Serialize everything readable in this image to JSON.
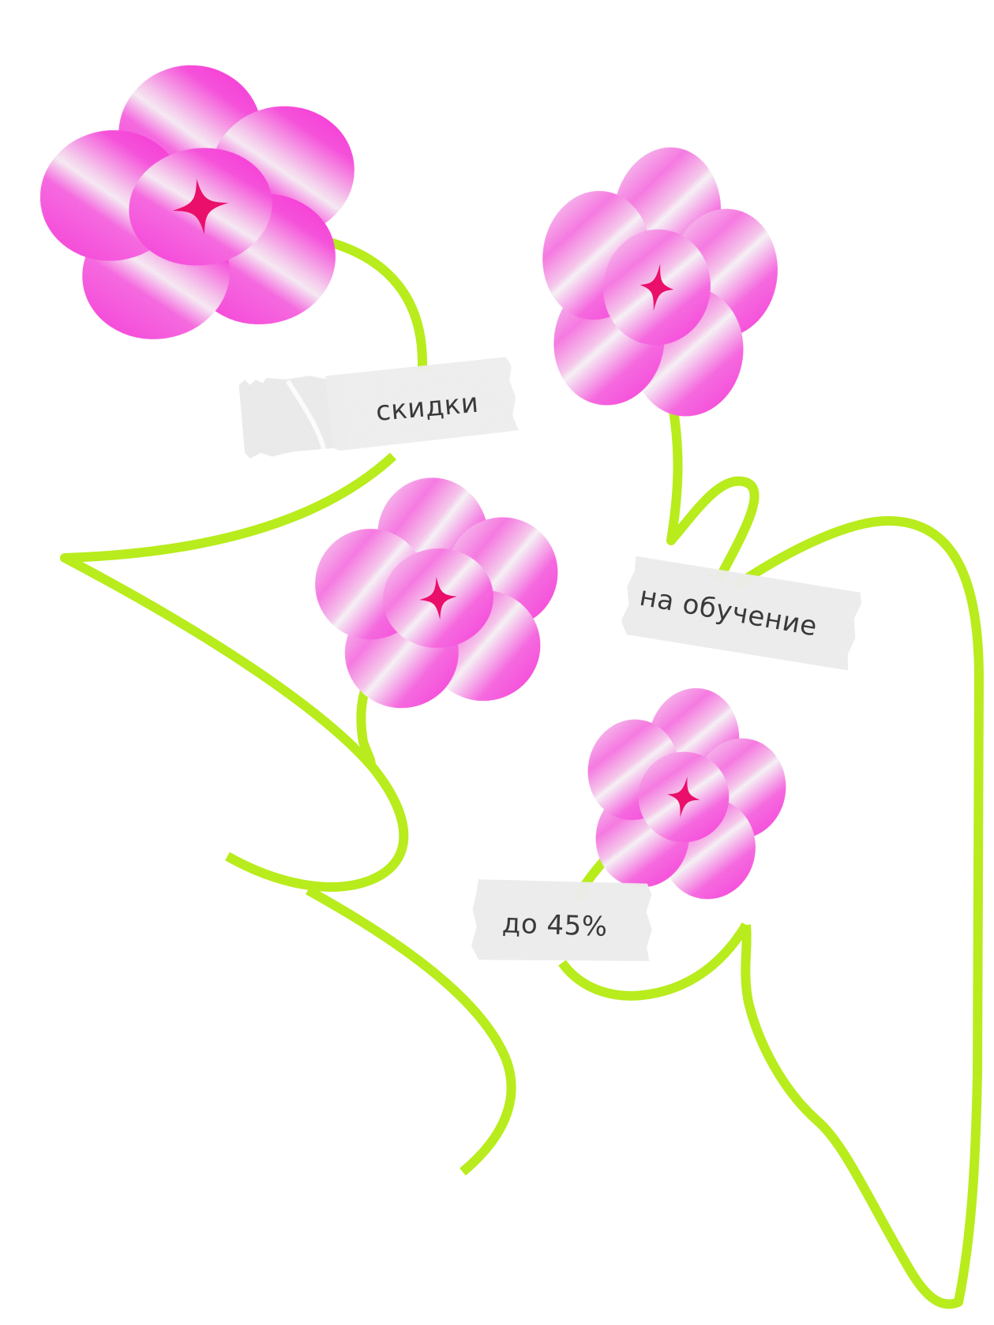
{
  "labels": {
    "discounts": "скидки",
    "education": "на обучение",
    "percent": "до 45%"
  },
  "colors": {
    "stem": "#b8ec1c",
    "petal_hot": "#ff33dd",
    "petal_light": "#fde6fa",
    "center": "#ea0f6b",
    "tape": "#efefef",
    "text": "#3a3a3a"
  },
  "icons": {
    "flower": "flower-icon",
    "sparkle": "sparkle-icon",
    "tape": "tape-strip"
  }
}
